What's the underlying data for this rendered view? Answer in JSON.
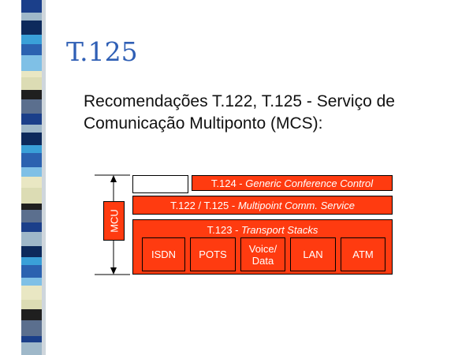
{
  "slide": {
    "title": "T.125",
    "subtitle_line1": "Recomendações T.122, T.125 - Serviço de",
    "subtitle_line2": "Comunicação Multiponto (MCS):"
  },
  "diagram": {
    "mcu_label": "MCU",
    "layers": {
      "t124": {
        "code": "T.124 - ",
        "name": "Generic Conference Control"
      },
      "t122": {
        "code": "T.122 / T.125 - ",
        "name": "Multipoint Comm. Service"
      },
      "t123": {
        "code": "T.123 - ",
        "name": "Transport Stacks"
      }
    },
    "transports": [
      {
        "line1": "ISDN",
        "line2": ""
      },
      {
        "line1": "POTS",
        "line2": ""
      },
      {
        "line1": "Voice/",
        "line2": "Data"
      },
      {
        "line1": "LAN",
        "line2": ""
      },
      {
        "line1": "ATM",
        "line2": ""
      }
    ]
  },
  "colors": {
    "box_fill": "#ff3b10",
    "title": "#2f5fb5"
  }
}
